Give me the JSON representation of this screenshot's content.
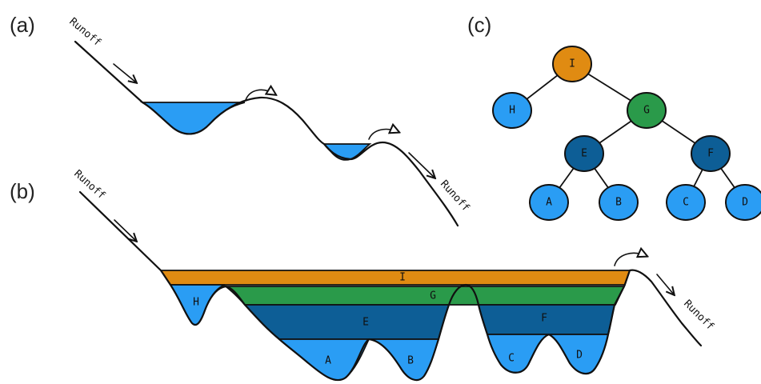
{
  "panels": {
    "a": "(a)",
    "b": "(b)",
    "c": "(c)"
  },
  "runoff": "Runoff",
  "colors": {
    "light_blue": "#2a9df4",
    "dark_blue": "#0d5e96",
    "green": "#2a9a4a",
    "orange": "#e08b12",
    "outline": "#111111"
  },
  "tree": {
    "nodes": [
      {
        "id": "I",
        "label": "I",
        "color": "#e08b12"
      },
      {
        "id": "H",
        "label": "H",
        "color": "#2a9df4"
      },
      {
        "id": "G",
        "label": "G",
        "color": "#2a9a4a"
      },
      {
        "id": "E",
        "label": "E",
        "color": "#0d5e96"
      },
      {
        "id": "F",
        "label": "F",
        "color": "#0d5e96"
      },
      {
        "id": "A",
        "label": "A",
        "color": "#2a9df4"
      },
      {
        "id": "B",
        "label": "B",
        "color": "#2a9df4"
      },
      {
        "id": "C",
        "label": "C",
        "color": "#2a9df4"
      },
      {
        "id": "D",
        "label": "D",
        "color": "#2a9df4"
      }
    ],
    "edges": [
      [
        "I",
        "H"
      ],
      [
        "I",
        "G"
      ],
      [
        "G",
        "E"
      ],
      [
        "G",
        "F"
      ],
      [
        "E",
        "A"
      ],
      [
        "E",
        "B"
      ],
      [
        "F",
        "C"
      ],
      [
        "F",
        "D"
      ]
    ]
  },
  "layers": {
    "I": "I",
    "G": "G",
    "E": "E",
    "F": "F",
    "H": "H",
    "A": "A",
    "B": "B",
    "C": "C",
    "D": "D"
  }
}
